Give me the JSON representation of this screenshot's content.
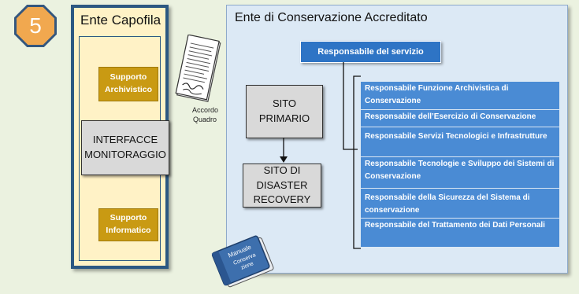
{
  "step": {
    "number": "5"
  },
  "capofila": {
    "title": "Ente Capofila",
    "supporto_archivistico": "Supporto Archivistico",
    "interfacce": "INTERFACCE MONITORAGGIO",
    "supporto_informatico": "Supporto Informatico"
  },
  "accordo": {
    "label": "Accordo Quadro"
  },
  "conservazione": {
    "title": "Ente di Conservazione Accreditato",
    "responsabile_servizio": "Responsabile del servizio",
    "sito_primario": "SITO PRIMARIO",
    "sito_disaster": "SITO DI DISASTER RECOVERY",
    "roles": [
      "Responsabile Funzione Archivistica di Conservazione",
      "Responsabile dell’Esercizio di Conservazione",
      "Responsabile Servizi Tecnologici e Infrastrutture",
      "Responsabile Tecnologie e Sviluppo dei Sistemi di Conservazione",
      "Responsabile della Sicurezza del Sistema di conservazione",
      "Responsabile del Trattamento dei Dati Personali"
    ]
  },
  "manuale": {
    "line1": "Manuale",
    "line2": "Conserva",
    "line3": "zione"
  },
  "colors": {
    "badge": "#f1a84f",
    "capofila_bg": "#fff2c6",
    "capofila_border": "#2c5882",
    "gold": "#c99a13",
    "conserv_bg": "#dce9f5",
    "role_blue": "#4a8bd4",
    "resp_blue": "#2e74c5"
  }
}
